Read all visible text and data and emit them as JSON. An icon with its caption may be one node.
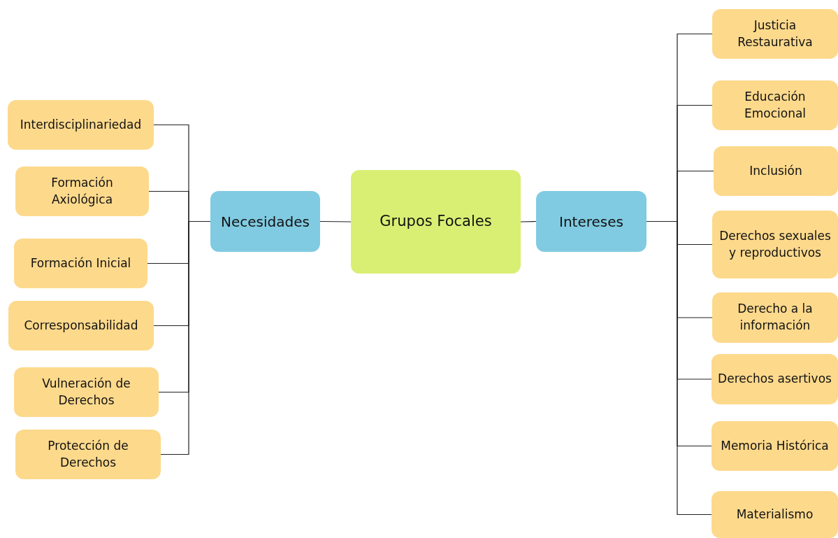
{
  "diagram": {
    "nodes": [
      {
        "text": [
          "Grupos Focales"
        ]
      },
      {
        "text": [
          "Necesidades"
        ]
      },
      {
        "text": [
          "Intereses"
        ]
      },
      {
        "text": [
          "Interdisciplinariedad"
        ]
      },
      {
        "text": [
          "Formación Axiológica"
        ]
      },
      {
        "text": [
          "Formación Inicial"
        ]
      },
      {
        "text": [
          "Corresponsabilidad"
        ]
      },
      {
        "text": [
          "Vulneración de Derechos"
        ]
      },
      {
        "text": [
          "Protección de Derechos"
        ]
      },
      {
        "text": [
          "Justicia Restaurativa"
        ]
      },
      {
        "text": [
          "Educación Emocional"
        ]
      },
      {
        "text": [
          "Inclusión"
        ]
      },
      {
        "text": [
          "Derechos sexuales y reproductivos"
        ]
      },
      {
        "text": [
          "Derecho a la información"
        ]
      },
      {
        "text": [
          "Derechos asertivos"
        ]
      },
      {
        "text": [
          "Memoria Histórica"
        ]
      },
      {
        "text": [
          "Materialismo"
        ]
      }
    ],
    "edges": [
      {
        "from": 0,
        "to": 1,
        "arrow": "none"
      },
      {
        "from": 0,
        "to": 2,
        "arrow": "none"
      },
      {
        "from": 1,
        "to": 3,
        "arrow": "none"
      },
      {
        "from": 1,
        "to": 4,
        "arrow": "none"
      },
      {
        "from": 1,
        "to": 5,
        "arrow": "none"
      },
      {
        "from": 1,
        "to": 6,
        "arrow": "none"
      },
      {
        "from": 1,
        "to": 7,
        "arrow": "none"
      },
      {
        "from": 1,
        "to": 8,
        "arrow": "none"
      },
      {
        "from": 2,
        "to": 9,
        "arrow": "none"
      },
      {
        "from": 2,
        "to": 10,
        "arrow": "none"
      },
      {
        "from": 2,
        "to": 11,
        "arrow": "none"
      },
      {
        "from": 2,
        "to": 12,
        "arrow": "none"
      },
      {
        "from": 2,
        "to": 13,
        "arrow": "none"
      },
      {
        "from": 2,
        "to": 14,
        "arrow": "none"
      },
      {
        "from": 2,
        "to": 15,
        "arrow": "none"
      },
      {
        "from": 2,
        "to": 16,
        "arrow": "none"
      }
    ]
  }
}
